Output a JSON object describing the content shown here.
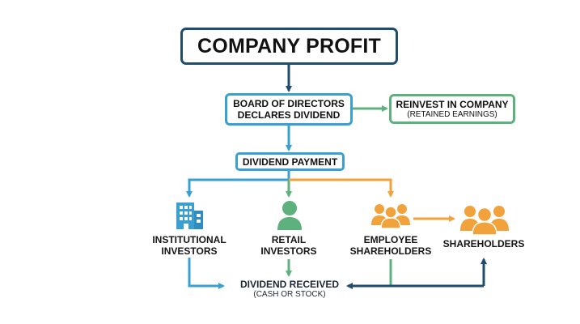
{
  "diagram": {
    "title": "COMPANY PROFIT",
    "board": {
      "line1": "BOARD OF DIRECTORS",
      "line2": "DECLARES DIVIDEND"
    },
    "reinvest": {
      "line1": "REINVEST IN COMPANY",
      "line2": "(RETAINED EARNINGS)"
    },
    "payment": "DIVIDEND PAYMENT",
    "institutional": {
      "line1": "INSTITUTIONAL",
      "line2": "INVESTORS"
    },
    "retail": {
      "line1": "RETAIL",
      "line2": "INVESTORS"
    },
    "employee": {
      "line1": "EMPLOYEE",
      "line2": "SHAREHOLDERS"
    },
    "shareholders": "SHAREHOLDERS",
    "received": {
      "line1": "DIVIDEND RECEIVED",
      "line2": "(CASH OR STOCK)"
    }
  },
  "colors": {
    "navy": "#1f4d6b",
    "blue": "#3a9fd1",
    "green": "#5cb17c",
    "orange": "#f2a23a"
  },
  "icons": {
    "institutional": "office-building-icon",
    "retail": "person-icon",
    "employee": "group-icon",
    "shareholders": "group-icon"
  }
}
